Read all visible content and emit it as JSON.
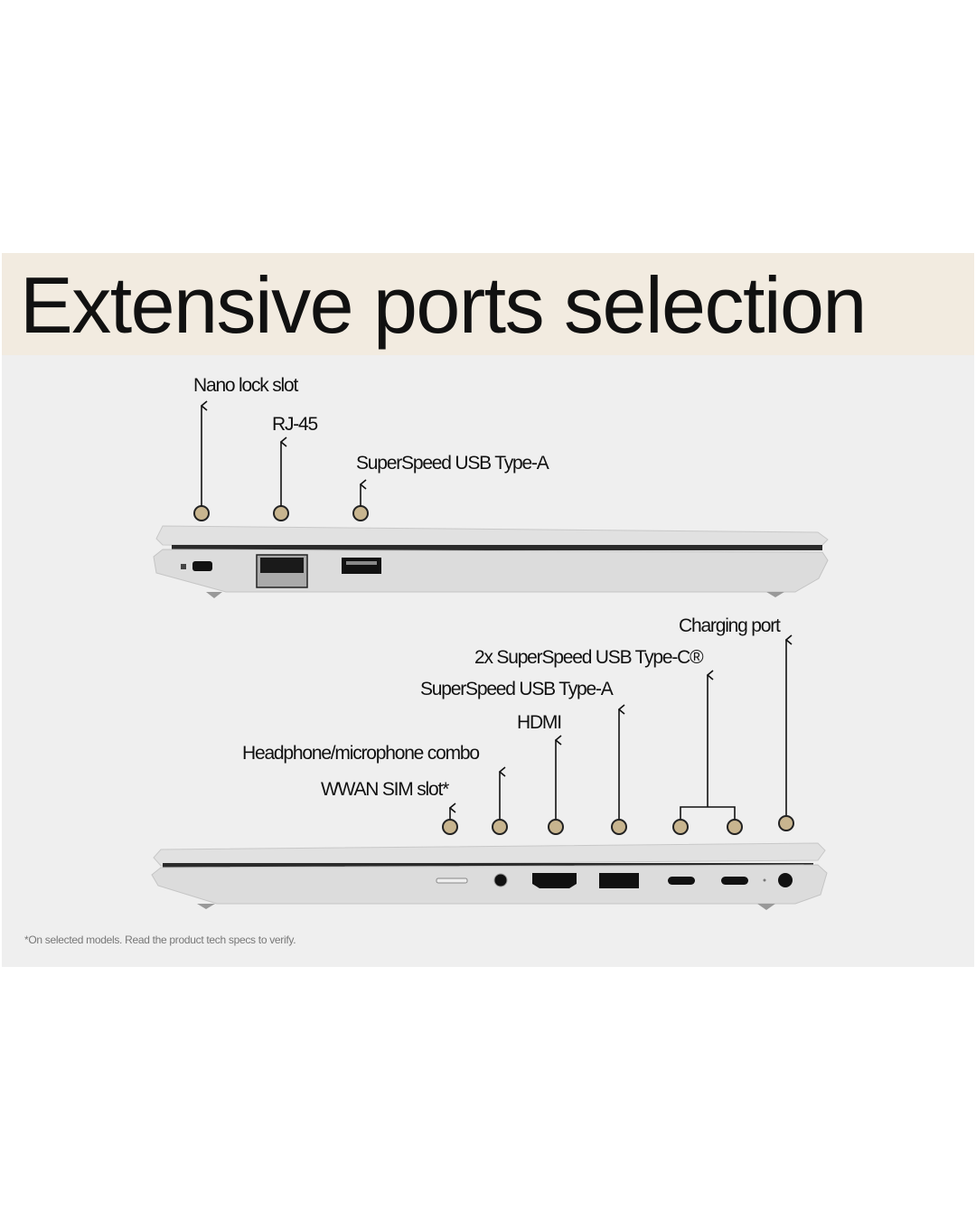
{
  "title": "Extensive ports selection",
  "top_view": {
    "labels": [
      "Nano lock slot",
      "RJ-45",
      "SuperSpeed USB Type-A"
    ]
  },
  "bottom_view": {
    "labels": [
      "Charging port",
      "2x SuperSpeed USB Type-C®",
      "SuperSpeed USB Type-A",
      "HDMI",
      "Headphone/microphone combo",
      "WWAN SIM slot*"
    ]
  },
  "footnote": "*On selected models. Read the product tech specs to verify.",
  "colors": {
    "band": "#f2ebe0",
    "panel": "#efefef",
    "marker": "#c8b58f"
  }
}
